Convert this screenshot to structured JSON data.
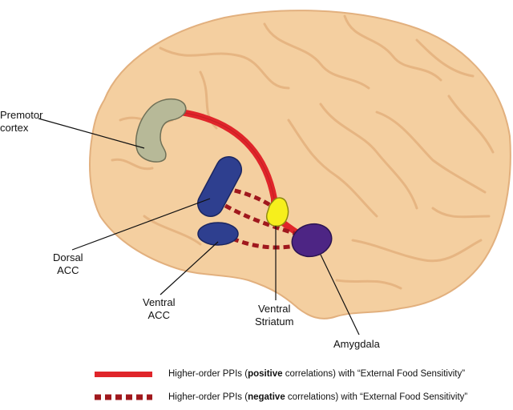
{
  "labels": {
    "premotor": "Premotor\ncortex",
    "dorsal_acc": "Dorsal\nACC",
    "ventral_acc": "Ventral\nACC",
    "ventral_striatum": "Ventral\nStriatum",
    "amygdala": "Amygdala"
  },
  "legend": {
    "positive": {
      "prefix": "Higher-order PPIs (",
      "bold": "positive",
      "suffix": " correlations) with “External Food Sensitivity”"
    },
    "negative": {
      "prefix": "Higher-order PPIs (",
      "bold": "negative",
      "suffix": " correlations) with “External Food Sensitivity”"
    }
  },
  "colors": {
    "brain": "#f4cfa0",
    "brain_shade": "#e8b783",
    "positive_line": "#e0252a",
    "negative_line": "#a0181d",
    "premotor": "#b7b998",
    "acc": "#2e3f8f",
    "striatum": "#f6ef1c",
    "amygdala": "#4d2584"
  }
}
